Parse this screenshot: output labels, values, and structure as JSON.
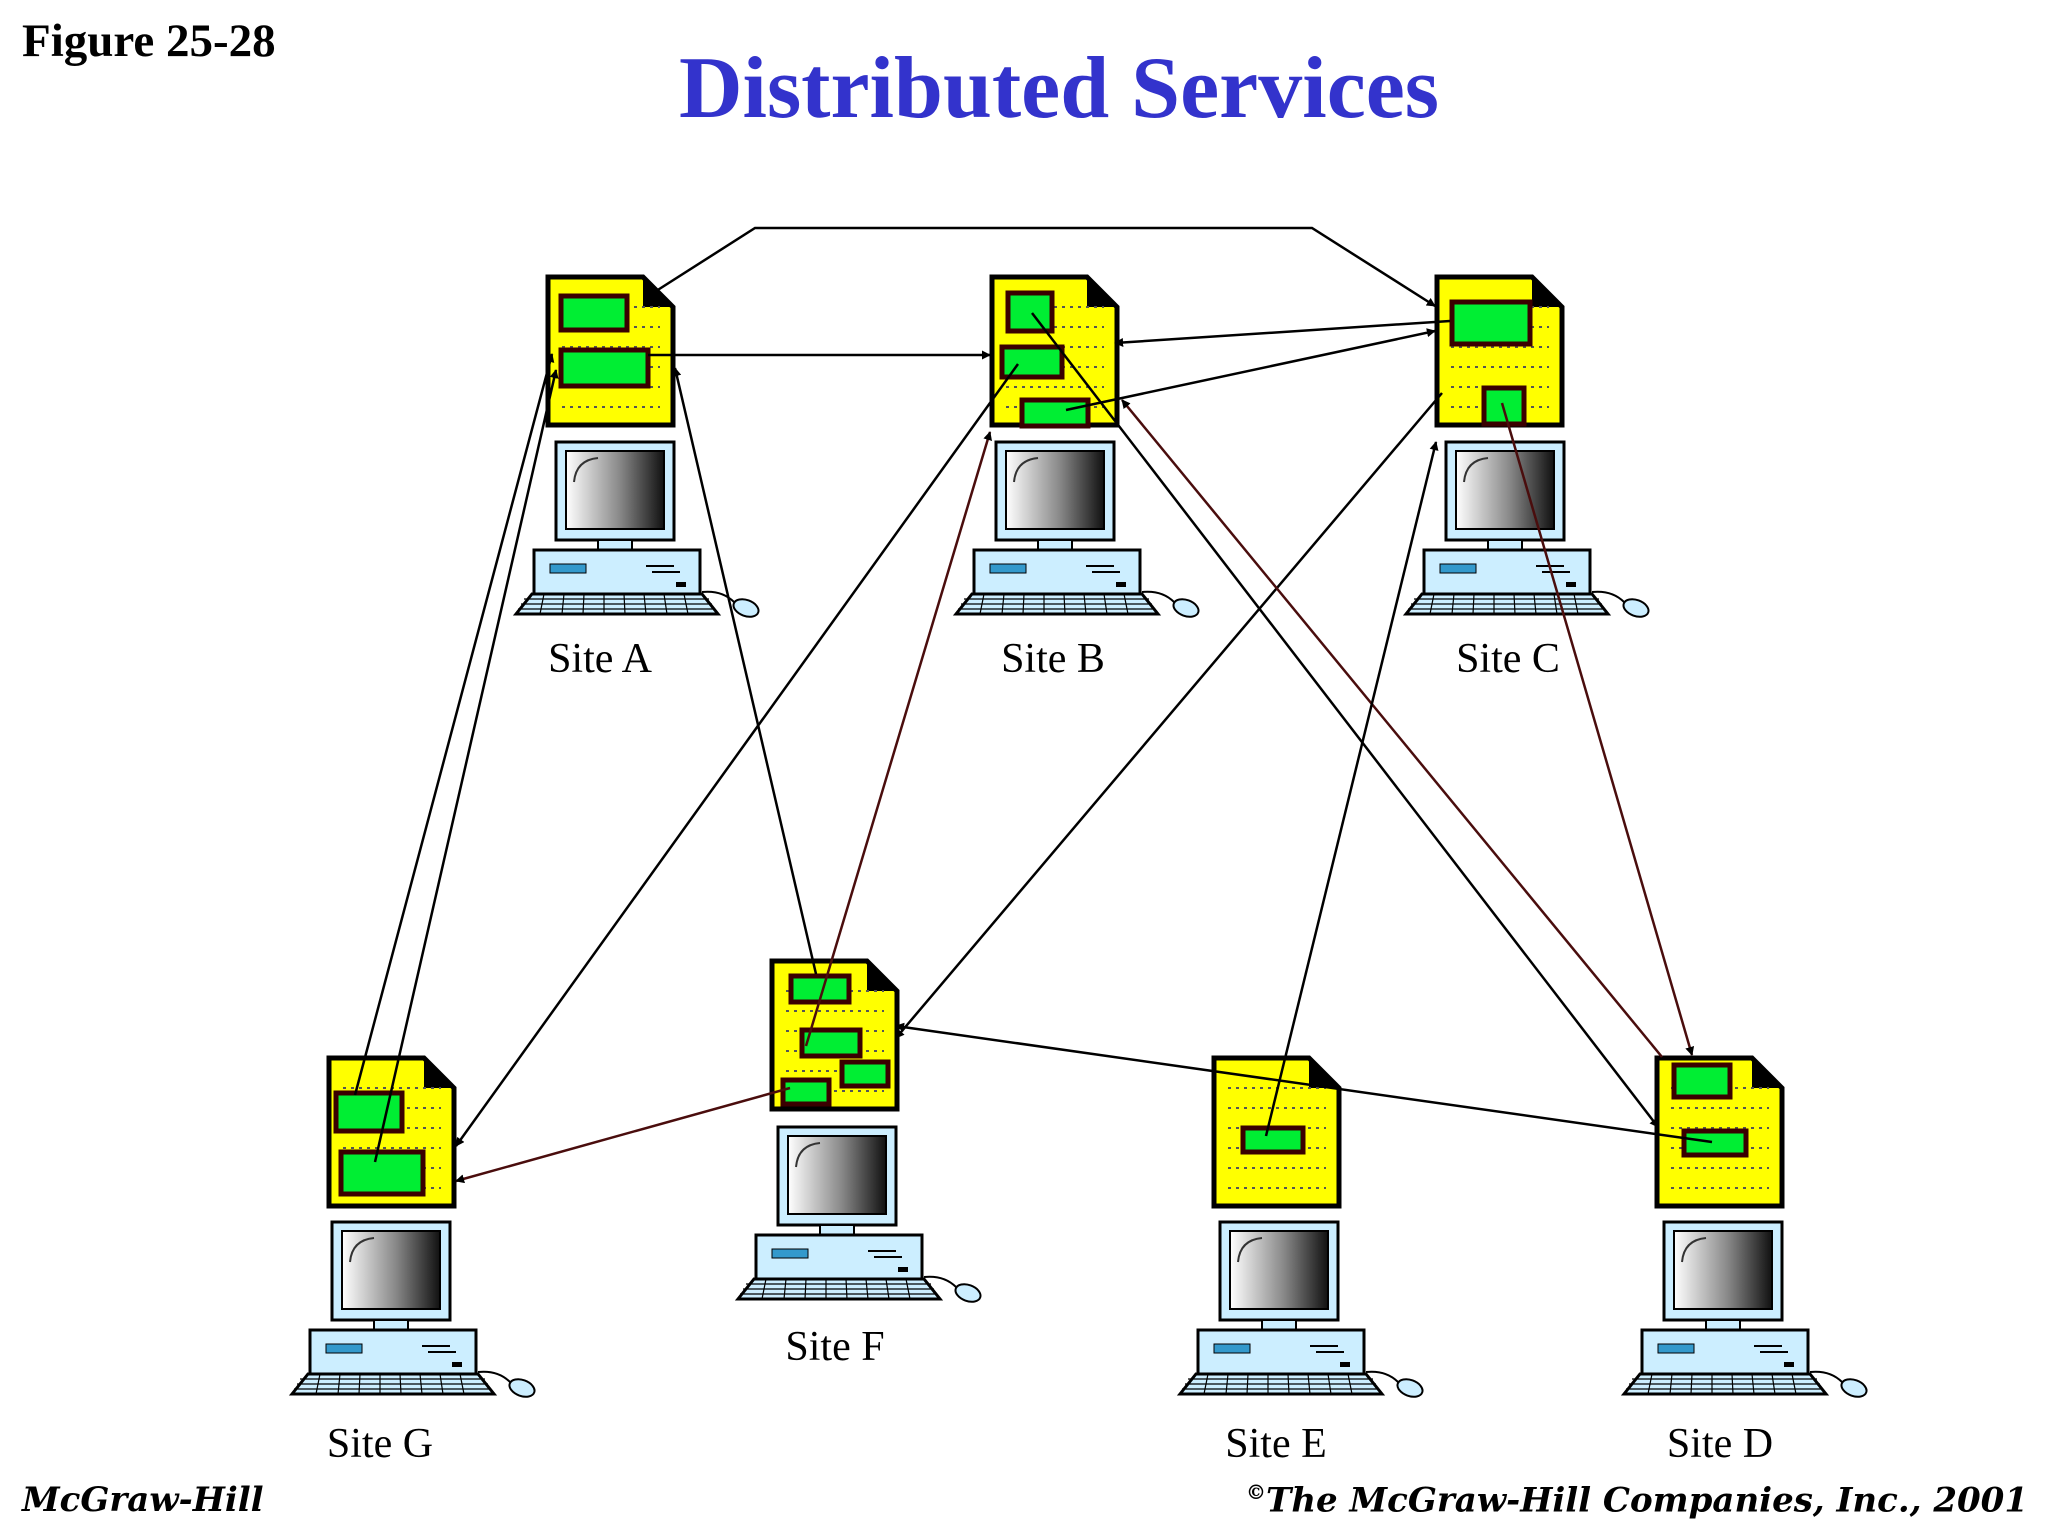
{
  "figure_label": "Figure 25-28",
  "title": "Distributed Services",
  "footer": {
    "publisher": "McGraw-Hill",
    "copyright_symbol": "©",
    "copyright": "The McGraw-Hill Companies, Inc., 2001"
  },
  "sites": [
    {
      "id": "A",
      "label": "Site A"
    },
    {
      "id": "B",
      "label": "Site B"
    },
    {
      "id": "C",
      "label": "Site C"
    },
    {
      "id": "D",
      "label": "Site D"
    },
    {
      "id": "E",
      "label": "Site E"
    },
    {
      "id": "F",
      "label": "Site F"
    },
    {
      "id": "G",
      "label": "Site G"
    }
  ],
  "colors": {
    "title": "#3333cc",
    "document": "#ffff00",
    "block": "#00ee33",
    "arrow": "#000000",
    "arrow_red": "#4a0d0d"
  },
  "icons": [
    "document-icon",
    "computer-icon",
    "monitor-icon",
    "keyboard-icon",
    "mouse-icon"
  ]
}
